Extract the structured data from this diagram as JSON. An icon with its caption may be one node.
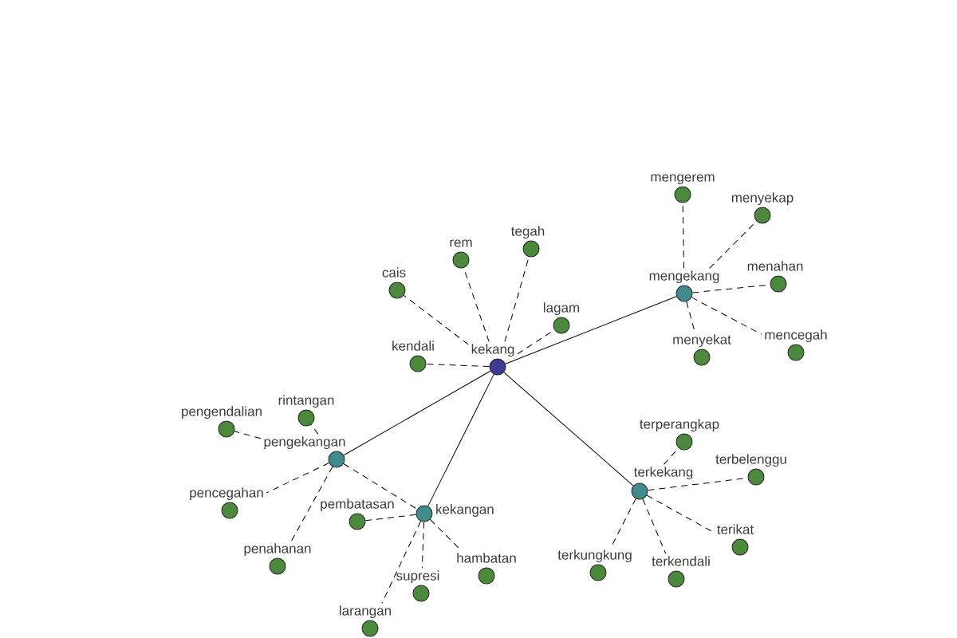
{
  "diagram": {
    "nodes": [
      {
        "text": [
          "kekang"
        ]
      },
      {
        "text": [
          "cais"
        ]
      },
      {
        "text": [
          "rem"
        ]
      },
      {
        "text": [
          "tegah"
        ]
      },
      {
        "text": [
          "lagam"
        ]
      },
      {
        "text": [
          "kendali"
        ]
      },
      {
        "text": [
          "mengekang"
        ]
      },
      {
        "text": [
          "mengerem"
        ]
      },
      {
        "text": [
          "menyekap"
        ]
      },
      {
        "text": [
          "menahan"
        ]
      },
      {
        "text": [
          "menyekat"
        ]
      },
      {
        "text": [
          "mencegah"
        ]
      },
      {
        "text": [
          "pengekangan"
        ]
      },
      {
        "text": [
          "rintangan"
        ]
      },
      {
        "text": [
          "pengendalian"
        ]
      },
      {
        "text": [
          "pencegahan"
        ]
      },
      {
        "text": [
          "penahanan"
        ]
      },
      {
        "text": [
          "kekangan"
        ]
      },
      {
        "text": [
          "pembatasan"
        ]
      },
      {
        "text": [
          "hambatan"
        ]
      },
      {
        "text": [
          "supresi"
        ]
      },
      {
        "text": [
          "larangan"
        ]
      },
      {
        "text": [
          "terkekang"
        ]
      },
      {
        "text": [
          "terperangkap"
        ]
      },
      {
        "text": [
          "terbelenggu"
        ]
      },
      {
        "text": [
          "terikat"
        ]
      },
      {
        "text": [
          "terkungkung"
        ]
      },
      {
        "text": [
          "terkendali"
        ]
      }
    ],
    "edges": [
      {
        "from": 0,
        "to": 6,
        "arrow": "none"
      },
      {
        "from": 0,
        "to": 12,
        "arrow": "none"
      },
      {
        "from": 0,
        "to": 17,
        "arrow": "none"
      },
      {
        "from": 0,
        "to": 22,
        "arrow": "none"
      },
      {
        "from": 0,
        "to": 1,
        "arrow": "none",
        "style": "dashed"
      },
      {
        "from": 0,
        "to": 2,
        "arrow": "none",
        "style": "dashed"
      },
      {
        "from": 0,
        "to": 3,
        "arrow": "none",
        "style": "dashed"
      },
      {
        "from": 0,
        "to": 4,
        "arrow": "none",
        "style": "dashed"
      },
      {
        "from": 0,
        "to": 5,
        "arrow": "none",
        "style": "dashed"
      },
      {
        "from": 6,
        "to": 7,
        "arrow": "none",
        "style": "dashed"
      },
      {
        "from": 6,
        "to": 8,
        "arrow": "none",
        "style": "dashed"
      },
      {
        "from": 6,
        "to": 9,
        "arrow": "none",
        "style": "dashed"
      },
      {
        "from": 6,
        "to": 10,
        "arrow": "none",
        "style": "dashed"
      },
      {
        "from": 6,
        "to": 11,
        "arrow": "none",
        "style": "dashed"
      },
      {
        "from": 12,
        "to": 13,
        "arrow": "none",
        "style": "dashed"
      },
      {
        "from": 12,
        "to": 14,
        "arrow": "none",
        "style": "dashed"
      },
      {
        "from": 12,
        "to": 15,
        "arrow": "none",
        "style": "dashed"
      },
      {
        "from": 12,
        "to": 16,
        "arrow": "none",
        "style": "dashed"
      },
      {
        "from": 12,
        "to": 17,
        "arrow": "none",
        "style": "dashed"
      },
      {
        "from": 17,
        "to": 18,
        "arrow": "none",
        "style": "dashed"
      },
      {
        "from": 17,
        "to": 19,
        "arrow": "none",
        "style": "dashed"
      },
      {
        "from": 17,
        "to": 20,
        "arrow": "none",
        "style": "dashed"
      },
      {
        "from": 17,
        "to": 21,
        "arrow": "none",
        "style": "dashed"
      },
      {
        "from": 22,
        "to": 23,
        "arrow": "none",
        "style": "dashed"
      },
      {
        "from": 22,
        "to": 24,
        "arrow": "none",
        "style": "dashed"
      },
      {
        "from": 22,
        "to": 25,
        "arrow": "none",
        "style": "dashed"
      },
      {
        "from": 22,
        "to": 26,
        "arrow": "none",
        "style": "dashed"
      },
      {
        "from": 22,
        "to": 27,
        "arrow": "none",
        "style": "dashed"
      }
    ]
  }
}
